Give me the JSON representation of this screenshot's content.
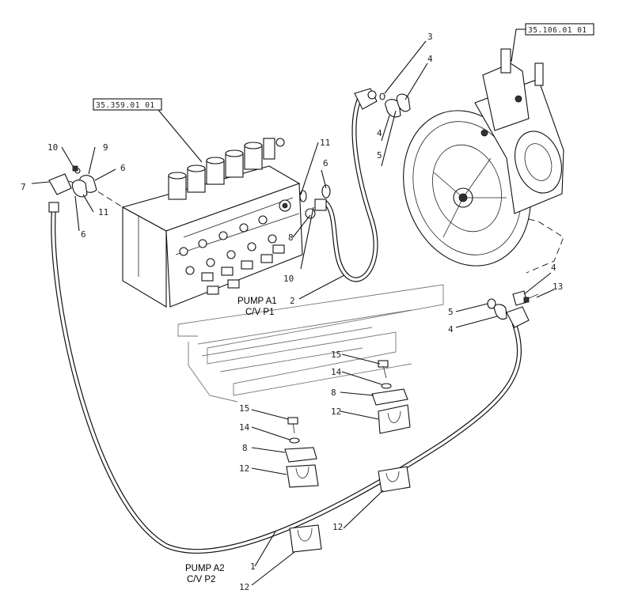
{
  "references": {
    "valve_ref": "35.359.01 01",
    "pump_ref": "35.106.01 01"
  },
  "callouts": {
    "pump_a1": "PUMP A1",
    "cv_p1": "C/V P1",
    "pump_a2": "PUMP A2",
    "cv_p2": "C/V P2"
  },
  "parts": {
    "p1": "1",
    "p2": "2",
    "p3": "3",
    "p4a": "4",
    "p4b": "4",
    "p4c": "4",
    "p4d": "4",
    "p5a": "5",
    "p5b": "5",
    "p6a": "6",
    "p6b": "6",
    "p6c": "6",
    "p7": "7",
    "p8a": "8",
    "p8b": "8",
    "p9": "9",
    "p10a": "10",
    "p10b": "10",
    "p11a": "11",
    "p11b": "11",
    "p12a": "12",
    "p12b": "12",
    "p12c": "12",
    "p12d": "12",
    "p13": "13",
    "p14a": "14",
    "p14b": "14",
    "p15a": "15",
    "p15b": "15"
  }
}
